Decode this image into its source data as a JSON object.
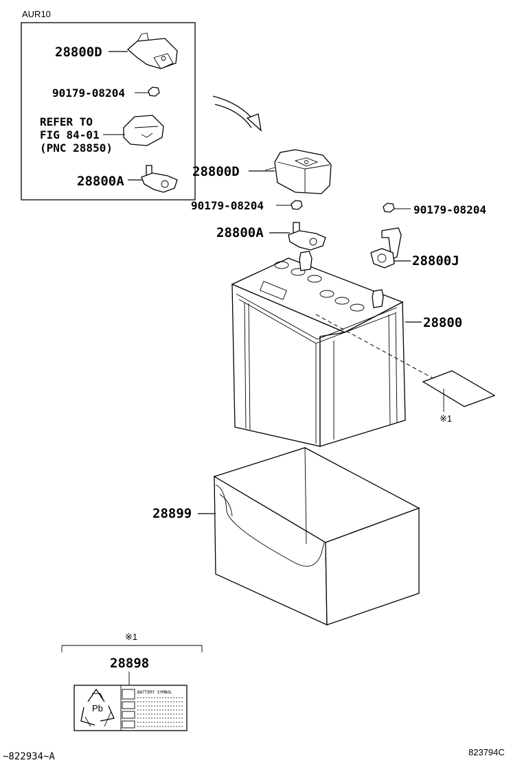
{
  "header": {
    "model_code": "AUR10"
  },
  "inset": {
    "parts": {
      "cover": "28800D",
      "nut": "90179-08204",
      "refer_line1": "REFER TO",
      "refer_line2": "FIG 84-01",
      "refer_line3": "(PNC 28850)",
      "clamp": "28800A"
    }
  },
  "main": {
    "cover": "28800D",
    "nut_left": "90179-08204",
    "nut_right": "90179-08204",
    "clamp_pos": "28800A",
    "clamp_neg": "28800J",
    "battery": "28800",
    "tray": "28899",
    "note_mark": "※1"
  },
  "label_section": {
    "note_mark": "※1",
    "part_no": "28898",
    "label_title": "BATTERY SYMBOL",
    "recycle_text": "Pb"
  },
  "footer": {
    "left_code": "~822934~A",
    "right_code": "823794C"
  }
}
